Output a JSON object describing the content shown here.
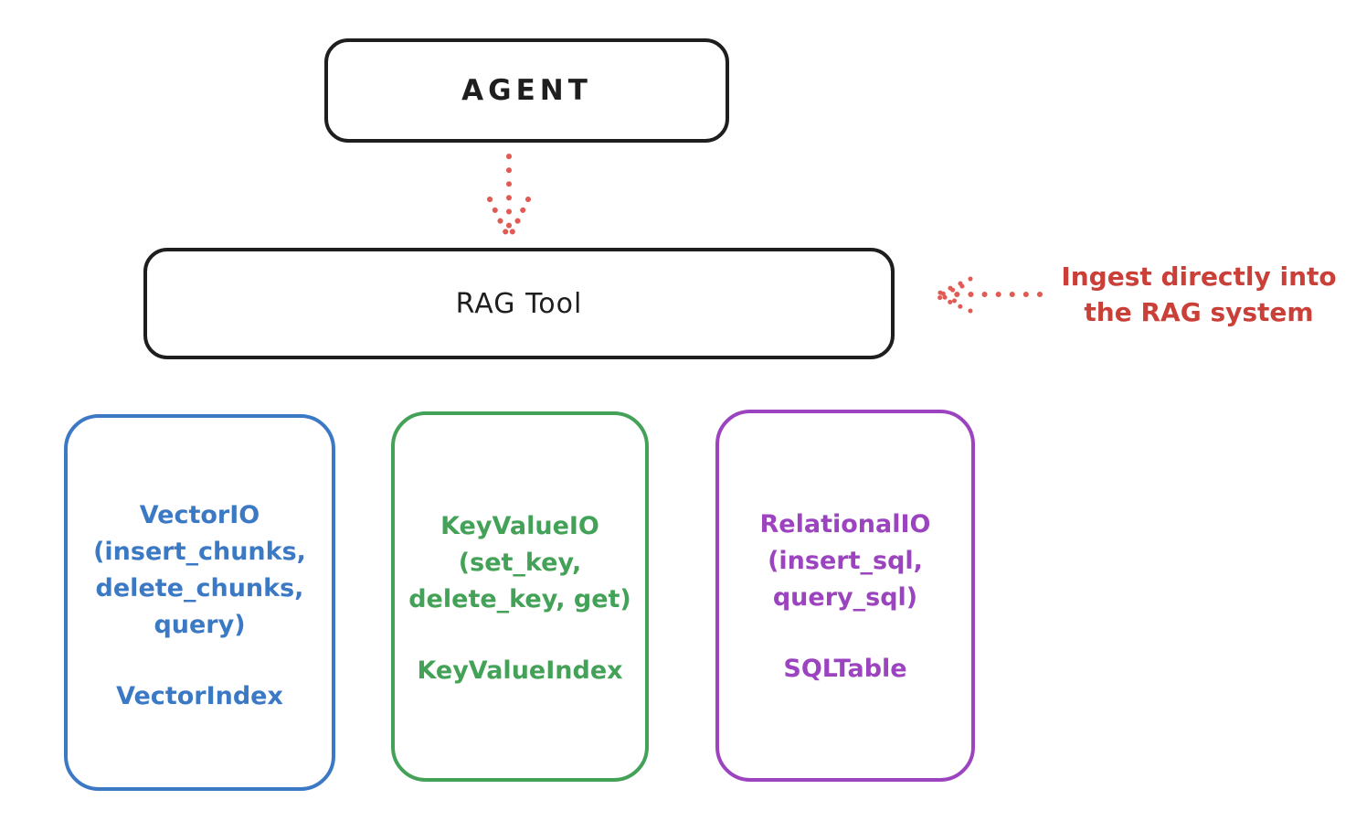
{
  "diagram": {
    "agent": {
      "label": "AGENT"
    },
    "rag_tool": {
      "label": "RAG Tool"
    },
    "annotation": {
      "line1": "Ingest directly into",
      "line2": "the RAG system",
      "color": "#ca3f37"
    },
    "backends": [
      {
        "id": "vector-io",
        "color": "#3b79c5",
        "lines": [
          "VectorIO",
          "(insert_chunks,",
          "delete_chunks,",
          "query)"
        ],
        "index_label": "VectorIndex"
      },
      {
        "id": "keyvalue-io",
        "color": "#43a257",
        "lines": [
          "KeyValueIO",
          "(set_key,",
          "delete_key, get)"
        ],
        "index_label": "KeyValueIndex"
      },
      {
        "id": "relational-io",
        "color": "#9c44c0",
        "lines": [
          "RelationalIO",
          "(insert_sql,",
          "query_sql)"
        ],
        "index_label": "SQLTable"
      }
    ],
    "colors": {
      "node_stroke": "#1e1e1e",
      "arrow_red": "#e05b54",
      "background": "#ffffff"
    }
  }
}
